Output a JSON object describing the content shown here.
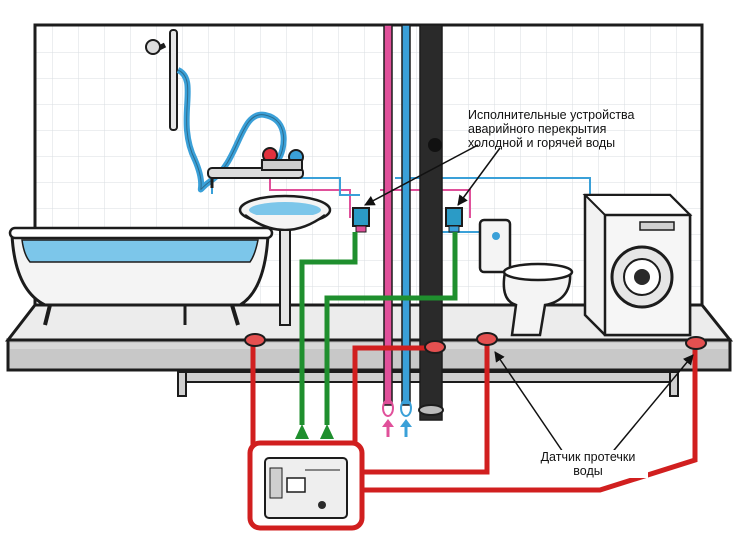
{
  "labels": {
    "valves": [
      "Исполнительные устройства",
      "аварийного перекрытия",
      "холодной и горячей воды"
    ],
    "sensor": [
      "Датчик протечки",
      "воды"
    ]
  },
  "colors": {
    "wall": "#ffffff",
    "tile_grid": "#d9dde2",
    "outline": "#1c1c1c",
    "floor_top": "#e8e8e8",
    "floor_front": "#bdbdbd",
    "hot_pipe": "#e0509a",
    "cold_pipe": "#3aa0d8",
    "sewer_pipe": "#2a2a2a",
    "sensor_wire": "#d11f1f",
    "valve_wire": "#1f8f2e",
    "valve_box": "#2b9bc6",
    "water": "#7cc6ea"
  },
  "icons": [
    "shower-icon",
    "bathtub-icon",
    "sink-icon",
    "toilet-icon",
    "washing-machine-icon",
    "controller-icon",
    "leak-sensor-icon",
    "valve-actuator-icon"
  ]
}
